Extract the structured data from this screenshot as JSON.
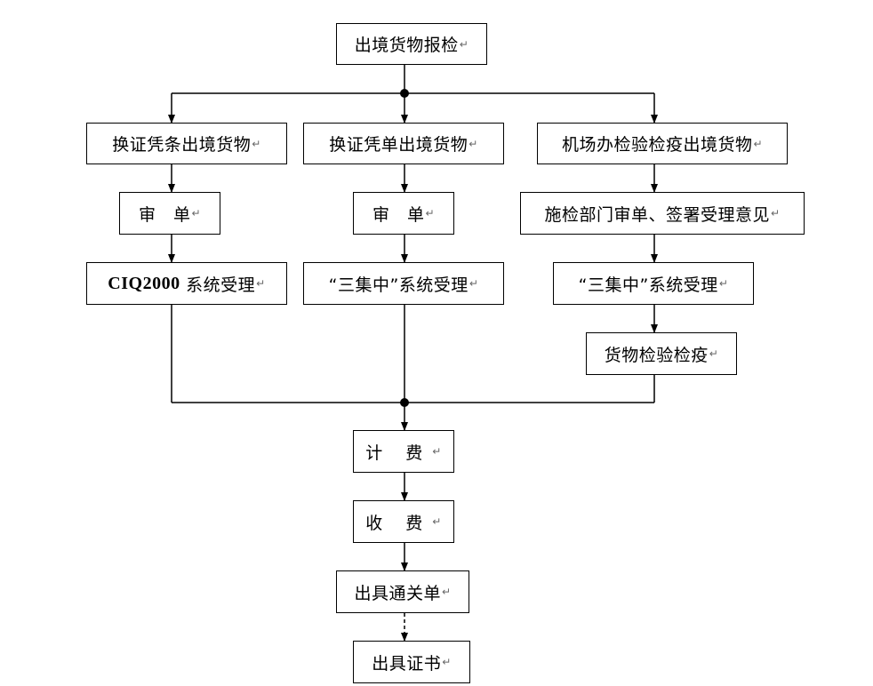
{
  "nodes": {
    "start": "出境货物报检",
    "col1_item": "换证凭条出境货物",
    "col2_item": "换证凭单出境货物",
    "col3_item": "机场办检验检疫出境货物",
    "col1_review": "审　单",
    "col2_review": "审　单",
    "col3_review": "施检部门审单、签署受理意见",
    "col1_system_prefix": "CIQ2000",
    "col1_system_suffix": " 系统受理",
    "col2_system": "“三集中”系统受理",
    "col3_system": "“三集中”系统受理",
    "col3_inspect": "货物检验检疫",
    "charge": "计 费",
    "collect": "收 费",
    "clearance": "出具通关单",
    "certificate": "出具证书"
  },
  "symbols": {
    "return_mark": "↵"
  }
}
